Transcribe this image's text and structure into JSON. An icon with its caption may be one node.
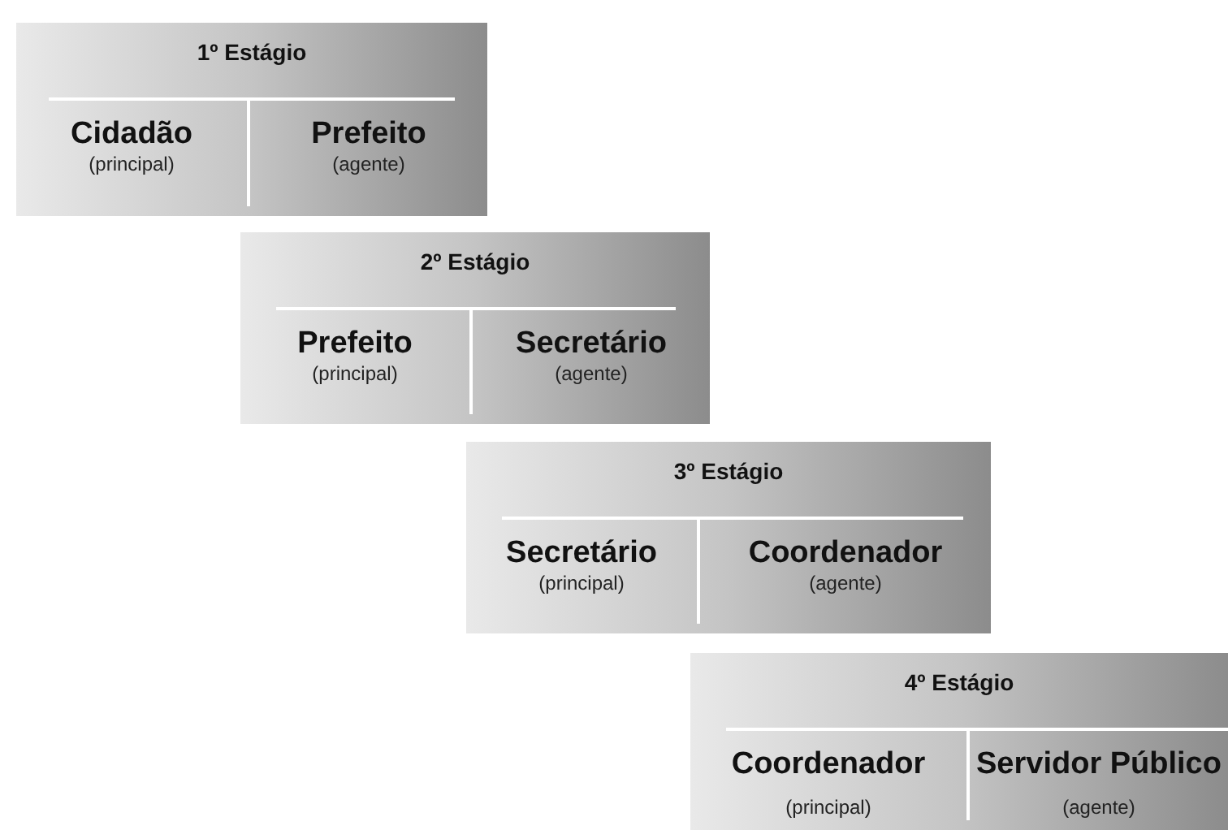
{
  "diagram": {
    "nodes": [
      {
        "text": [
          "1º Estágio"
        ]
      },
      {
        "text": [
          "Cidadão",
          "(principal)"
        ],
        "in": 0
      },
      {
        "text": [
          "Prefeito",
          "(agente)"
        ],
        "in": 0
      },
      {
        "text": [
          "2º Estágio"
        ]
      },
      {
        "text": [
          "Prefeito",
          "(principal)"
        ],
        "in": 3
      },
      {
        "text": [
          "Secretário",
          "(agente)"
        ],
        "in": 3
      },
      {
        "text": [
          "3º Estágio"
        ]
      },
      {
        "text": [
          "Secretário",
          "(principal)"
        ],
        "in": 6
      },
      {
        "text": [
          "Coordenador",
          "(agente)"
        ],
        "in": 6
      },
      {
        "text": [
          "4º Estágio"
        ]
      },
      {
        "text": [
          "Coordenador",
          "(principal)"
        ],
        "in": 9
      },
      {
        "text": [
          "Servidor Público",
          "(agente)"
        ],
        "in": 9
      }
    ]
  }
}
